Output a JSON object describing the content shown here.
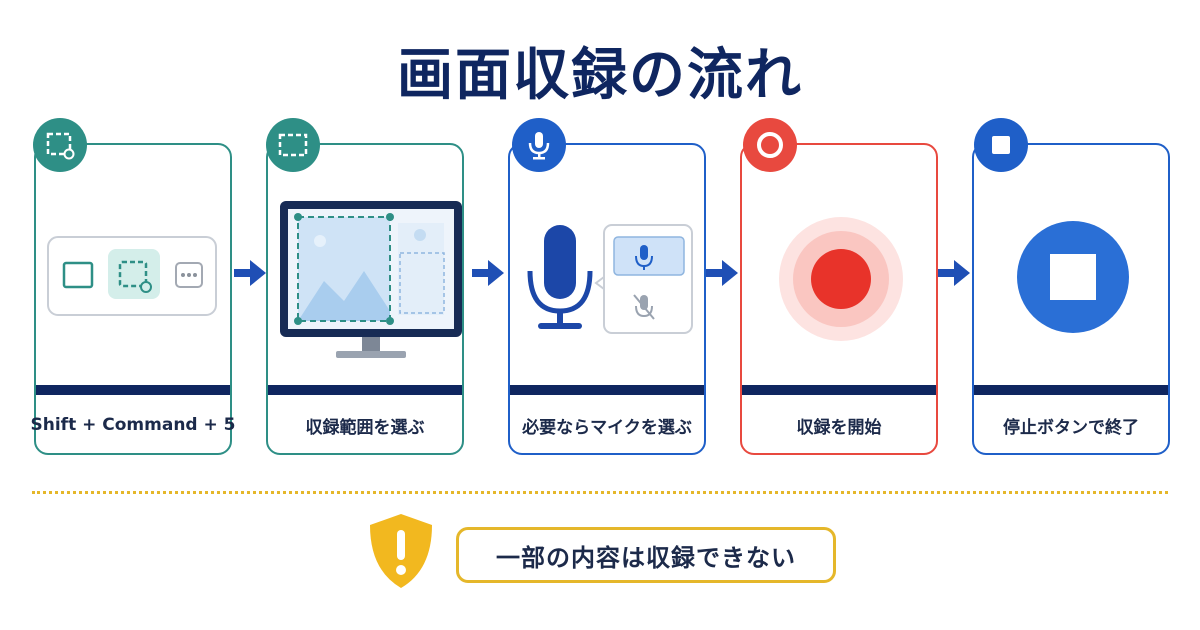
{
  "title": "画面収録の流れ",
  "steps": [
    {
      "label": "Shift + Command + 5",
      "badge_icon": "screenshot-selection-icon",
      "accent": "#2e8f86"
    },
    {
      "label": "収録範囲を選ぶ",
      "badge_icon": "dashed-rectangle-icon",
      "accent": "#2e8f86"
    },
    {
      "label": "必要ならマイクを選ぶ",
      "badge_icon": "microphone-icon",
      "accent": "#1f5fc8"
    },
    {
      "label": "収録を開始",
      "badge_icon": "record-icon",
      "accent": "#e8493f"
    },
    {
      "label": "停止ボタンで終了",
      "badge_icon": "stop-icon",
      "accent": "#1f5fc8"
    }
  ],
  "warning": {
    "text": "一部の内容は収録できない",
    "icon": "warning-shield-icon",
    "accent": "#e5b72a"
  },
  "colors": {
    "navy": "#0f2660",
    "teal": "#2e8f86",
    "blue": "#1f5fc8",
    "red": "#e8493f",
    "yellow": "#e5b72a"
  }
}
